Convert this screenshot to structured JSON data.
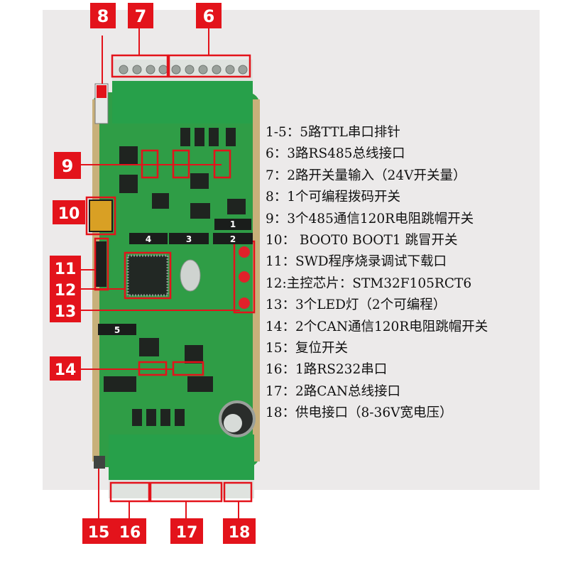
{
  "colors": {
    "board": "#2f9d46",
    "terminal": "#27a04a",
    "callout_red": "#e3131b",
    "background": "#eceaea"
  },
  "callouts": {
    "c6": "6",
    "c7": "7",
    "c8": "8",
    "c9": "9",
    "c10": "10",
    "c11": "11",
    "c12": "12",
    "c13": "13",
    "c14": "14",
    "c15": "15",
    "c16": "16",
    "c17": "17",
    "c18": "18"
  },
  "pin_headers": {
    "h1": "1",
    "h2": "2",
    "h3": "3",
    "h4": "4",
    "h5": "5"
  },
  "legend": [
    "1-5：5路TTL串口排针",
    "6：3路RS485总线接口",
    "7：2路开关量输入（24V开关量）",
    "8：1个可编程拨码开关",
    "9：3个485通信120R电阻跳帽开关",
    "10：  BOOT0 BOOT1 跳冒开关",
    "11：SWD程序烧录调试下载口",
    "12:主控芯片：STM32F105RCT6",
    "13：3个LED灯（2个可编程）",
    "14：2个CAN通信120R电阻跳帽开关",
    "15：复位开关",
    "16：1路RS232串口",
    "17：2路CAN总线接口",
    "18：供电接口（8-36V宽电压）"
  ]
}
